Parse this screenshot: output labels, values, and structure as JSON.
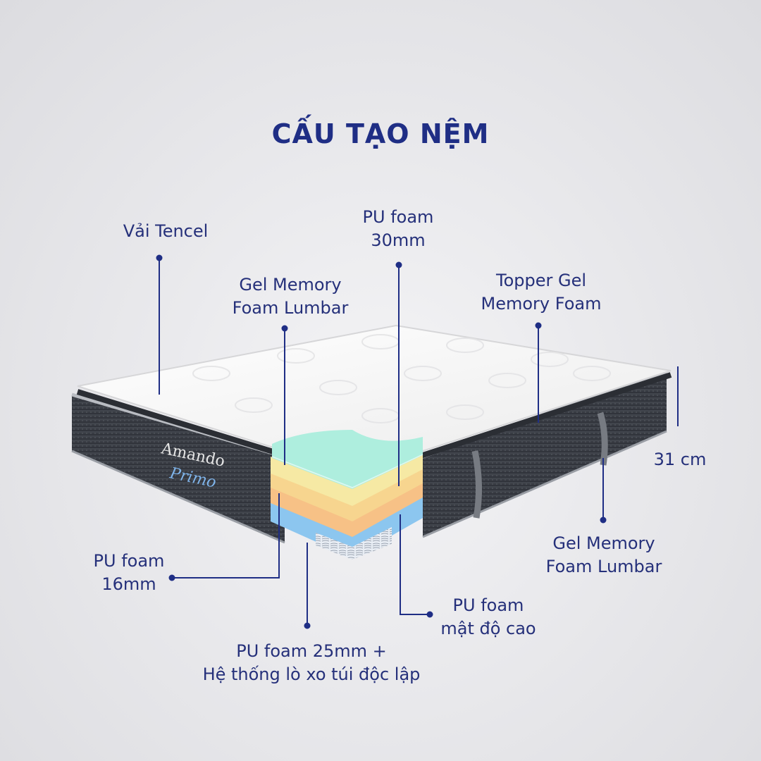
{
  "title": "CẤU TẠO NỆM",
  "brand": {
    "logo": "Amando",
    "model": "Primo"
  },
  "labels": {
    "vai_tencel": {
      "lines": [
        "Vải Tencel"
      ]
    },
    "pu_foam_30": {
      "lines": [
        "PU foam",
        "30mm"
      ]
    },
    "gel_lumbar_top": {
      "lines": [
        "Gel Memory",
        "Foam Lumbar"
      ]
    },
    "topper_gel": {
      "lines": [
        "Topper Gel",
        "Memory Foam"
      ]
    },
    "height": {
      "lines": [
        "31 cm"
      ]
    },
    "gel_lumbar_right": {
      "lines": [
        "Gel Memory",
        "Foam Lumbar"
      ]
    },
    "pu_foam_16": {
      "lines": [
        "PU foam",
        "16mm"
      ]
    },
    "pu_foam_high": {
      "lines": [
        "PU foam",
        "mật độ cao"
      ]
    },
    "pu_foam_25": {
      "lines": [
        "PU foam 25mm +",
        "Hệ thống lò xo túi độc lập"
      ]
    }
  },
  "colors": {
    "title": "#1f2e85",
    "line": "#1f2e85",
    "layer_gel": "#aeeede",
    "layer_pu30": "#f6e9a4",
    "layer_pu16": "#f7d58f",
    "layer_high": "#f7c186",
    "layer_base": "#8cc6ef",
    "fabric_top": "#f7f7f7",
    "fabric_side": "#3a3d44"
  }
}
